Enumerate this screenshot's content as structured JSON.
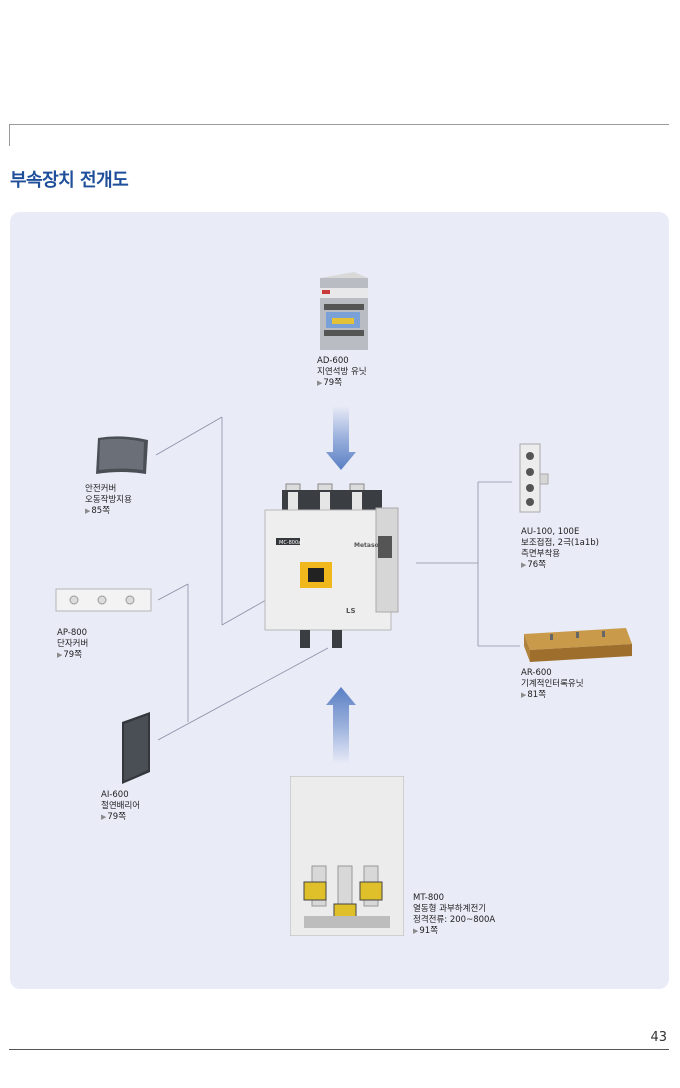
{
  "section_title": "부속장치 전개도",
  "page_number": "43",
  "main_unit": {
    "model_label": "MC-800a",
    "brand": "Metasol",
    "logo": "LS"
  },
  "parts": {
    "ad600": {
      "name": "AD-600",
      "desc": "지연석방 유닛",
      "ref": "79쪽"
    },
    "safety_cover": {
      "name": "안전커버",
      "desc": "오동작방지용",
      "ref": "85쪽"
    },
    "ap800": {
      "name": "AP-800",
      "desc": "단자커버",
      "ref": "79쪽"
    },
    "ai600": {
      "name": "AI-600",
      "desc": "절연배리어",
      "ref": "79쪽"
    },
    "au100": {
      "name": "AU-100, 100E",
      "desc": "보조접점, 2극(1a1b)",
      "desc2": "측면부착용",
      "ref": "76쪽"
    },
    "ar600": {
      "name": "AR-600",
      "desc": "기계적인터록유닛",
      "ref": "81쪽"
    },
    "mt800": {
      "name": "MT-800",
      "desc": "열동형 과부하계전기",
      "desc2": "정격전류: 200~800A",
      "ref": "91쪽"
    }
  }
}
